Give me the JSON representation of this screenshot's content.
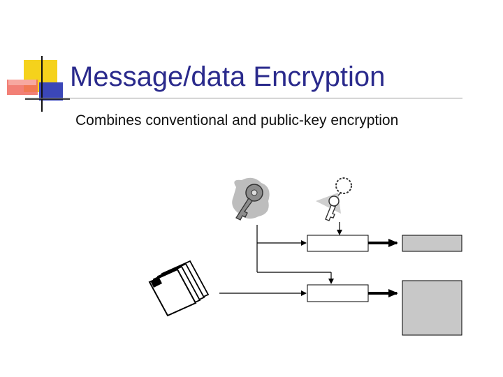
{
  "slide": {
    "title": "Message/data Encryption",
    "subtitle": "Combines conventional and public-key encryption"
  },
  "colors": {
    "title": "#2a2a8c",
    "accent_yellow": "#f5d21c",
    "accent_red": "#e8362a",
    "accent_blue": "#3b47b8",
    "output_fill": "#c8c8c8",
    "key_gray": "#8c8c8c"
  },
  "icons": {
    "decoration": "title-accent-squares",
    "session_key": "session-key-icon",
    "public_key": "public-key-icon",
    "document": "document-stack-icon"
  }
}
